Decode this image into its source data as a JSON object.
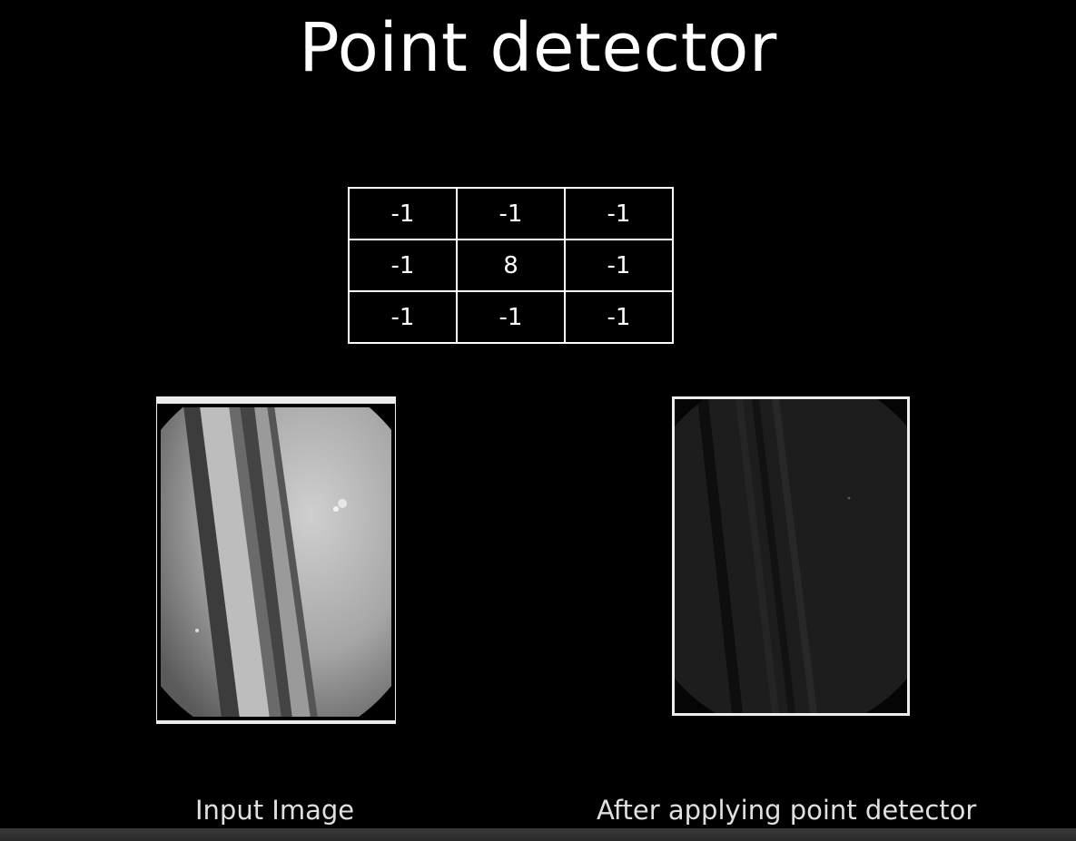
{
  "slide": {
    "title": "Point detector"
  },
  "kernel": {
    "rows": [
      [
        "-1",
        "-1",
        "-1"
      ],
      [
        "-1",
        "8",
        "-1"
      ],
      [
        "-1",
        "-1",
        "-1"
      ]
    ]
  },
  "images": {
    "input_caption": "Input Image",
    "output_caption": "After applying point detector"
  }
}
